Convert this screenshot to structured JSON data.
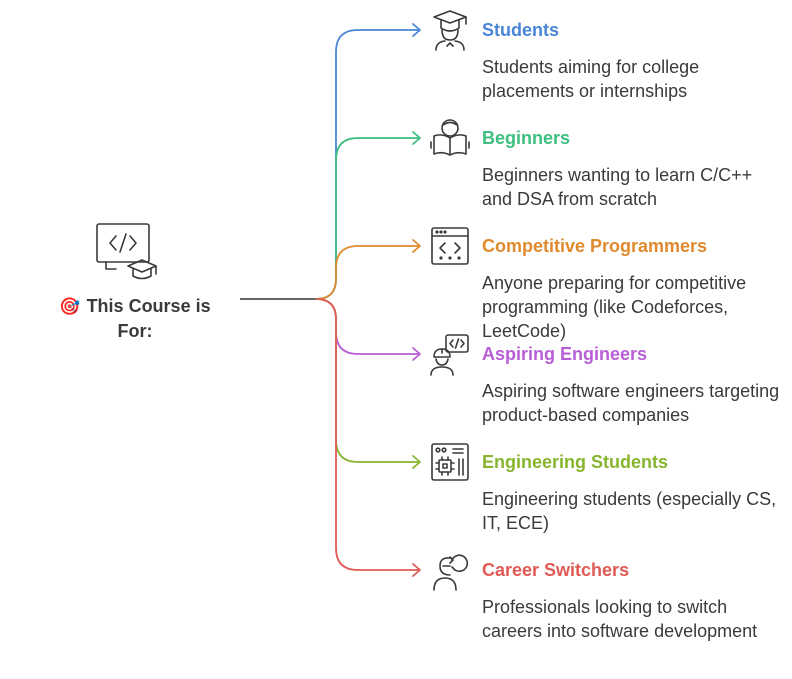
{
  "root": {
    "emoji": "🎯",
    "title": "This Course is For:",
    "icon": "code-screen-graduation-icon"
  },
  "branches": [
    {
      "heading": "Students",
      "description": "Students aiming for college placements or internships",
      "color": "#4a86d8",
      "icon": "graduate-icon"
    },
    {
      "heading": "Beginners",
      "description": "Beginners wanting to learn C/C++ and DSA from scratch",
      "color": "#3cbf7f",
      "icon": "reading-person-icon"
    },
    {
      "heading": "Competitive Programmers",
      "description": "Anyone preparing for competitive programming (like Codeforces, LeetCode)",
      "color": "#df8a2d",
      "icon": "code-window-icon"
    },
    {
      "heading": "Aspiring Engineers",
      "description": "Aspiring software engineers targeting product-based companies",
      "color": "#b85fd6",
      "icon": "engineer-code-icon"
    },
    {
      "heading": "Engineering Students",
      "description": "Engineering students (especially CS, IT, ECE)",
      "color": "#88b52e",
      "icon": "circuit-board-icon"
    },
    {
      "heading": "Career Switchers",
      "description": "Professionals looking to switch careers into software development",
      "color": "#e05a55",
      "icon": "career-switch-icon"
    }
  ]
}
